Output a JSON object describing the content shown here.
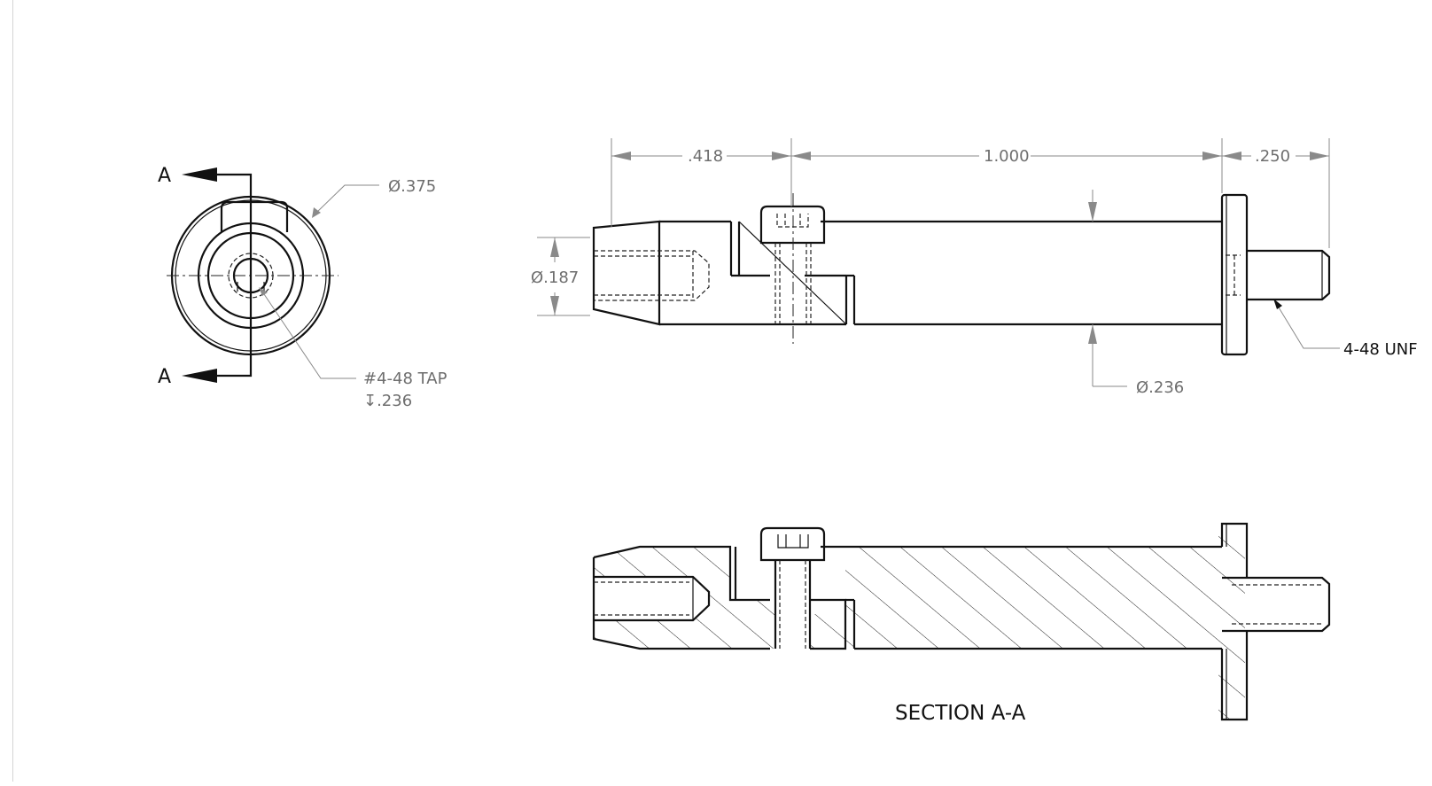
{
  "drawing": {
    "section_label_a": "A",
    "front_view": {
      "dia_outer": "Ø.375",
      "tap_callout_line1": "#4-48 TAP",
      "tap_callout_line2": "↧.236"
    },
    "side_view": {
      "dim_left": ".418",
      "dim_middle": "1.000",
      "dim_right": ".250",
      "dia_tip": "Ø.187",
      "dia_shaft": "Ø.236",
      "thread_callout": "4-48 UNF"
    },
    "section_view": {
      "title": "SECTION A-A"
    }
  }
}
